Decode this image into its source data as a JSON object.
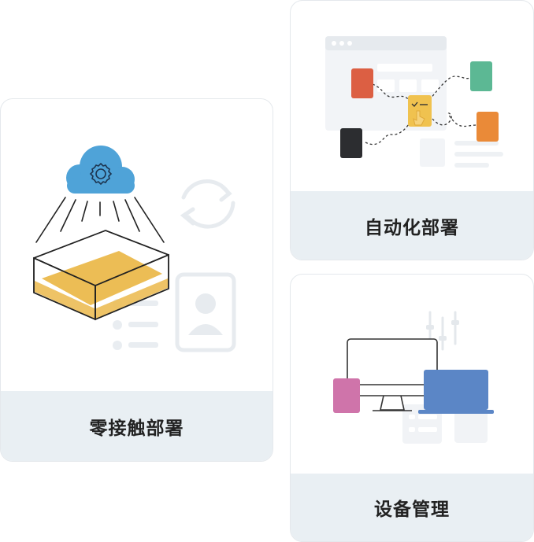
{
  "cards": [
    {
      "label": "零接触部署",
      "icon": "cloud-box-icon"
    },
    {
      "label": "自动化部署",
      "icon": "workflow-icon"
    },
    {
      "label": "设备管理",
      "icon": "devices-icon"
    }
  ],
  "colors": {
    "card_footer": "#e9eff3",
    "cloud_blue": "#4fa3d8",
    "box_yellow": "#ecbd55",
    "tile_red": "#dc5f43",
    "tile_green": "#5cb894",
    "tile_orange": "#ea8a38",
    "tile_dark": "#2c2d30",
    "tablet_pink": "#cf74aa",
    "laptop_blue": "#5b86c6",
    "faint_gray": "#eef1f4"
  }
}
